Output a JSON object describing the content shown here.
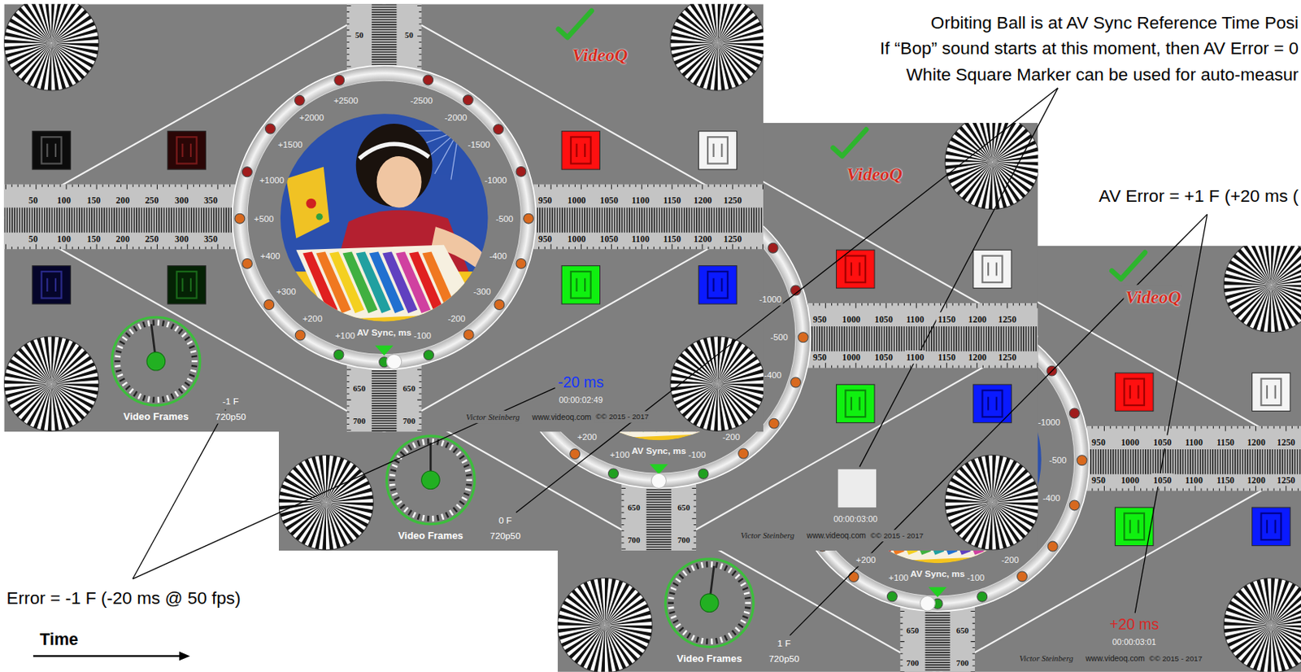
{
  "diagram": {
    "labels": [
      "50",
      "100",
      "150",
      "200",
      "250",
      "300",
      "350",
      "950",
      "1000",
      "1050",
      "1100",
      "1150",
      "1200",
      "1250",
      "50",
      "100",
      "150",
      "200",
      "250",
      "300",
      "350",
      "950",
      "1000",
      "1050",
      "1100",
      "1150",
      "1200",
      "1250",
      "50",
      "50",
      "650",
      "650",
      "700",
      "700",
      "+2500",
      "-2500",
      "+2000",
      "-2000",
      "+1500",
      "-1500",
      "+1000",
      "-1000",
      "+500",
      "-500",
      "+400",
      "-400",
      "+300",
      "-300",
      "+200",
      "-200",
      "+100",
      "-100",
      "AV Sync, ms",
      "VideoQ",
      "Video Frames",
      "-1 F",
      "720p50",
      "-20 ms",
      "00:00:02:49",
      "Victor Steinberg",
      "www.videoq.com",
      "©© 2015 - 2017",
      "950",
      "1000",
      "1050",
      "1100",
      "1150",
      "1200",
      "1250",
      "950",
      "1000",
      "1050",
      "1100",
      "1150",
      "1200",
      "1250",
      "650",
      "650",
      "700",
      "700",
      "-1000",
      "-500",
      "-400",
      "+200",
      "-200",
      "+100",
      "-100",
      "AV Sync, ms",
      "VideoQ",
      "Video Frames",
      "0 F",
      "720p50",
      "00:00:03:00",
      "Victor Steinberg",
      "www.videoq.com",
      "©© 2015 - 2017",
      "950",
      "1000",
      "1050",
      "1100",
      "1150",
      "1200",
      "1250",
      "950",
      "1000",
      "1050",
      "1100",
      "1150",
      "1200",
      "1250",
      "650",
      "650",
      "700",
      "700",
      "-1000",
      "-500",
      "-400",
      "+200",
      "-200",
      "+100",
      "-100",
      "AV Sync, ms",
      "VideoQ",
      "Video Frames",
      "1 F",
      "720p50",
      "+20 ms",
      "00:00:03:01",
      "Victor Steinberg",
      "www.videoq.com",
      "©© 2015 - 2017",
      "Orbiting Ball is at AV Sync Reference Time Posi",
      "If “Bop” sound starts at this moment, then AV Error = 0",
      "White Square Marker can be used for auto-measur",
      "AV Error = +1 F (+20 ms (",
      "Error = -1 F (-20 ms @ 50 fps)",
      "Time"
    ]
  }
}
